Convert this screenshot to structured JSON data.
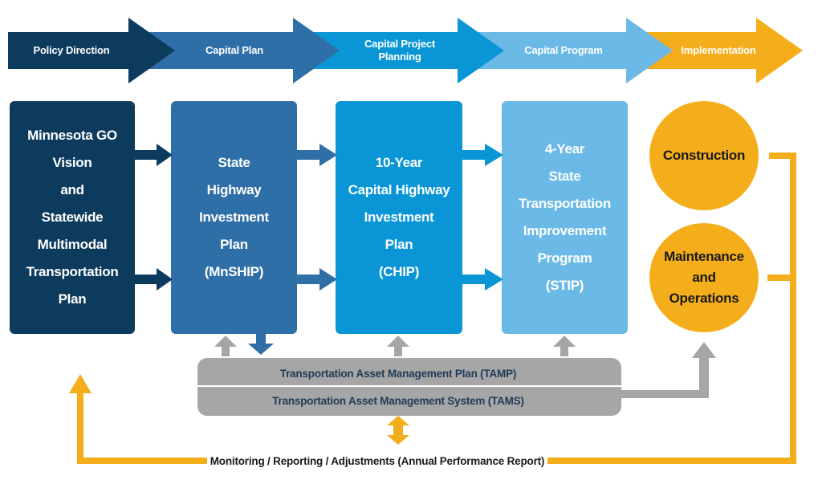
{
  "colors": {
    "navy": "#0d3b5e",
    "mid_blue": "#2f6fa7",
    "bright_blue": "#0a96d6",
    "light_blue": "#6ab9e7",
    "orange": "#f5ae1b",
    "gray": "#a6a6a6"
  },
  "stages": [
    {
      "label": "Policy Direction"
    },
    {
      "label": "Capital Plan"
    },
    {
      "label": "Capital Project\nPlanning"
    },
    {
      "label": "Capital Program"
    },
    {
      "label": "Implementation"
    }
  ],
  "boxes": [
    {
      "label": "Minnesota GO\nVision\nand\nStatewide\nMultimodal\nTransportation\nPlan"
    },
    {
      "label": "State\nHighway\nInvestment\nPlan\n(MnSHIP)"
    },
    {
      "label": "10-Year\nCapital Highway\nInvestment\nPlan\n(CHIP)"
    },
    {
      "label": "4-Year\nState\nTransportation\nImprovement\nProgram\n(STIP)"
    }
  ],
  "circles": [
    {
      "label": "Construction"
    },
    {
      "label": "Maintenance\nand\nOperations"
    }
  ],
  "tamp": "Transportation Asset Management Plan (TAMP)",
  "tams": "Transportation Asset Management System (TAMS)",
  "loop": "Monitoring / Reporting / Adjustments (Annual Performance Report)"
}
